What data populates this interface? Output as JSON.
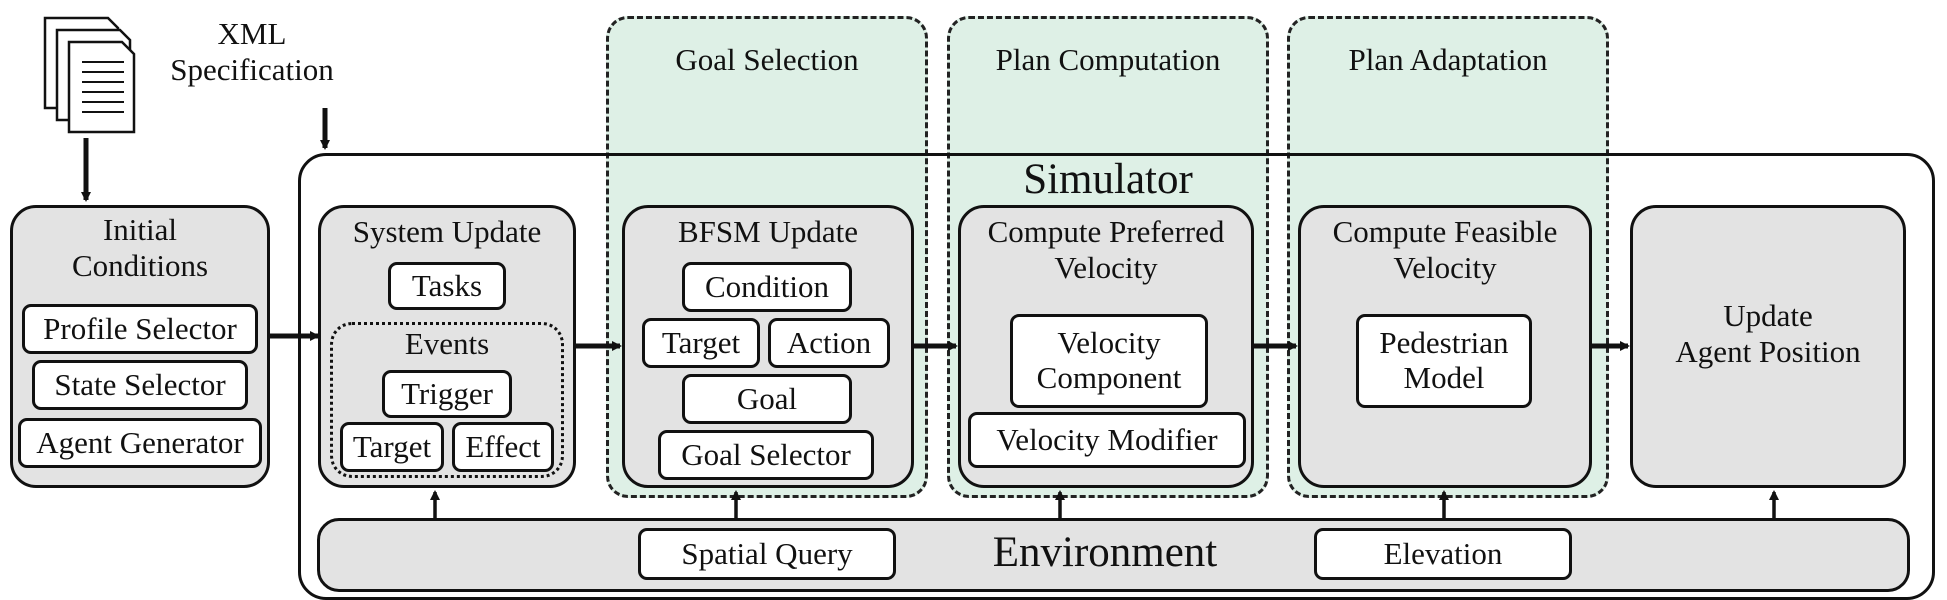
{
  "spec": {
    "title_line1": "XML",
    "title_line2": "Specification"
  },
  "stages": {
    "goal_selection": "Goal Selection",
    "plan_computation": "Plan Computation",
    "plan_adaptation": "Plan Adaptation"
  },
  "simulator": {
    "label": "Simulator"
  },
  "initial_conditions": {
    "title_line1": "Initial",
    "title_line2": "Conditions",
    "items": [
      "Profile Selector",
      "State Selector",
      "Agent Generator"
    ]
  },
  "system_update": {
    "title": "System Update",
    "tasks": "Tasks",
    "events_label": "Events",
    "trigger": "Trigger",
    "target": "Target",
    "effect": "Effect"
  },
  "bfsm_update": {
    "title": "BFSM Update",
    "condition": "Condition",
    "target": "Target",
    "action": "Action",
    "goal": "Goal",
    "goal_selector": "Goal Selector"
  },
  "preferred_velocity": {
    "title_line1": "Compute Preferred",
    "title_line2": "Velocity",
    "component_line1": "Velocity",
    "component_line2": "Component",
    "modifier": "Velocity Modifier"
  },
  "feasible_velocity": {
    "title_line1": "Compute Feasible",
    "title_line2": "Velocity",
    "model_line1": "Pedestrian",
    "model_line2": "Model"
  },
  "update_position": {
    "line1": "Update",
    "line2": "Agent Position"
  },
  "environment": {
    "label": "Environment",
    "spatial_query": "Spatial Query",
    "elevation": "Elevation"
  }
}
